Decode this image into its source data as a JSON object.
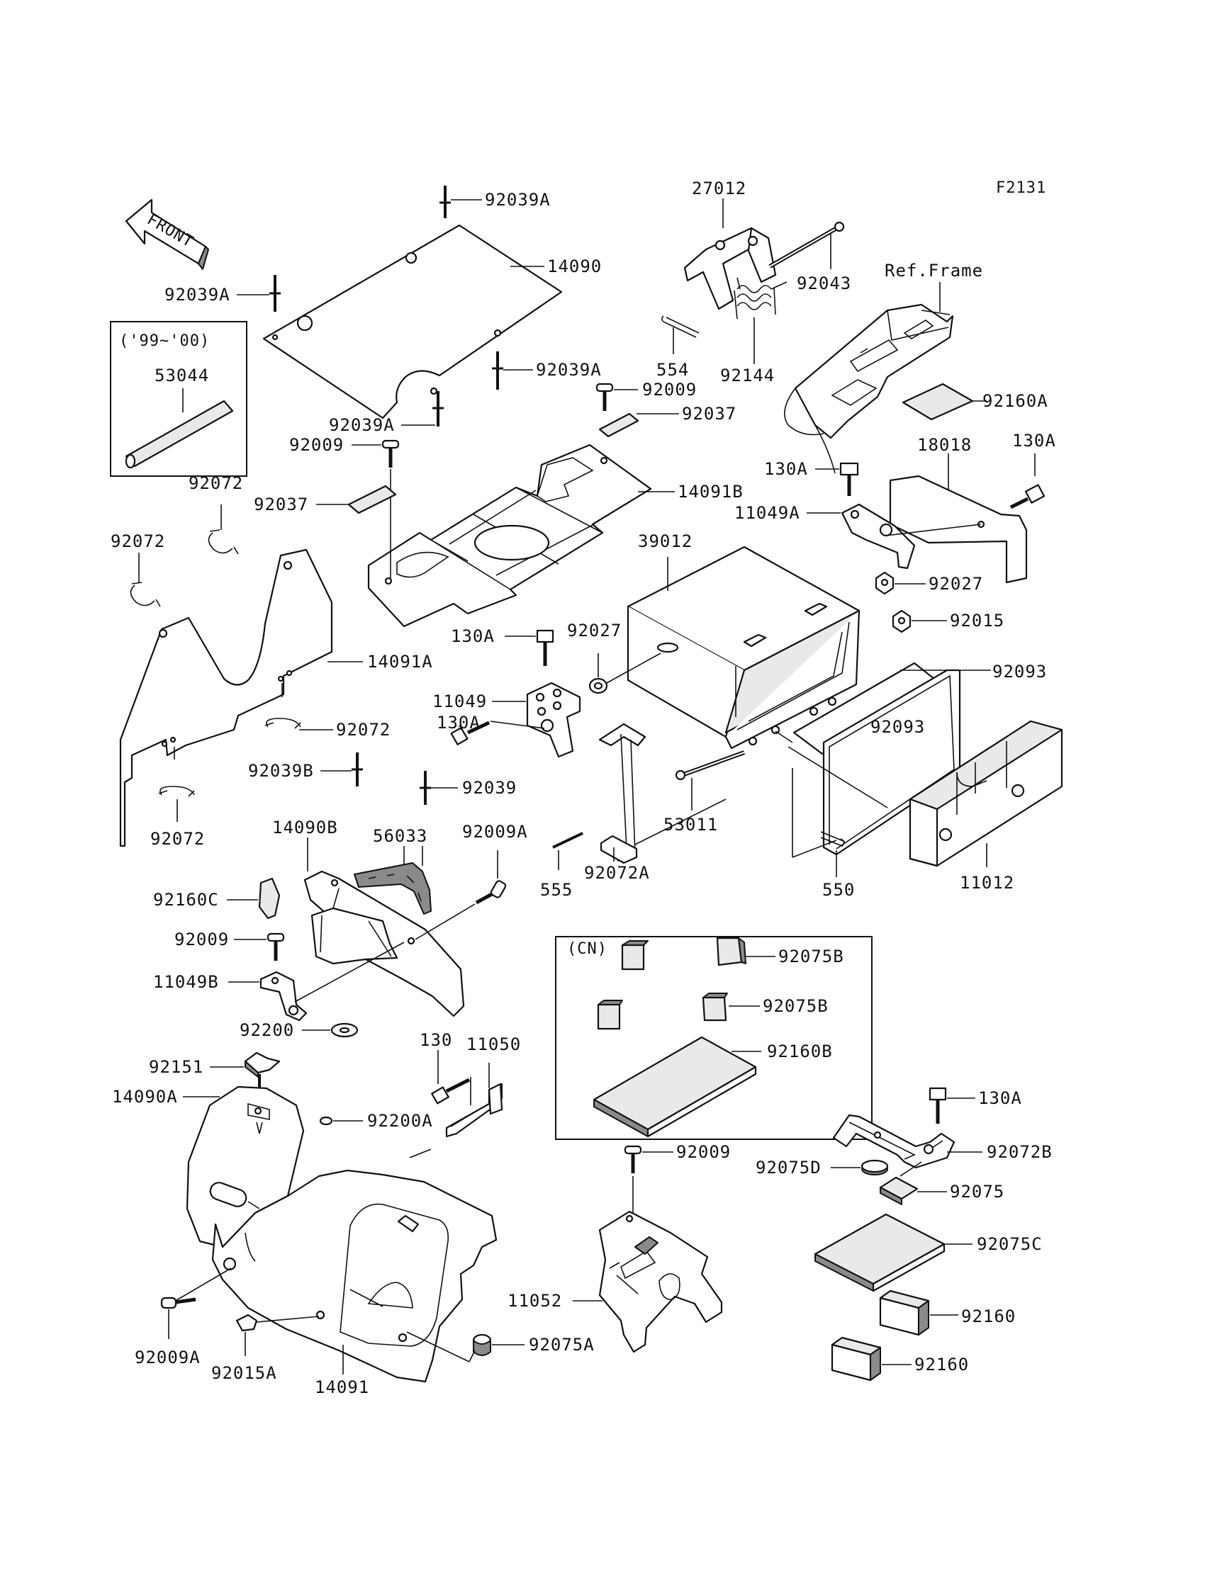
{
  "diagram_code": "F2131",
  "front_arrow": "FRONT",
  "ref_frame": "Ref.Frame",
  "inset_years": "('99~'00)",
  "inset_cn": "(CN)",
  "parts": {
    "p_92039A_top": "92039A",
    "p_27012": "27012",
    "p_14090": "14090",
    "p_92039A_left": "92039A",
    "p_92043": "92043",
    "p_53044": "53044",
    "p_554": "554",
    "p_92144": "92144",
    "p_92039A_mid": "92039A",
    "p_92009_a": "92009",
    "p_92160A": "92160A",
    "p_92039A_low": "92039A",
    "p_92037_a": "92037",
    "p_92009_b": "92009",
    "p_130A_a": "130A",
    "p_18018": "18018",
    "p_130A_b": "130A",
    "p_92072_a": "92072",
    "p_14091B": "14091B",
    "p_92037_b": "92037",
    "p_11049A": "11049A",
    "p_92072_b": "92072",
    "p_39012": "39012",
    "p_92027_a": "92027",
    "p_130A_c": "130A",
    "p_92027_b": "92027",
    "p_92015": "92015",
    "p_14091A": "14091A",
    "p_92093_a": "92093",
    "p_11049": "11049",
    "p_130A_d": "130A",
    "p_92093_b": "92093",
    "p_92072_c": "92072",
    "p_92039B": "92039B",
    "p_92039": "92039",
    "p_53011": "53011",
    "p_14090B": "14090B",
    "p_56033": "56033",
    "p_92009A_a": "92009A",
    "p_92072_d": "92072",
    "p_555": "555",
    "p_92072A": "92072A",
    "p_550": "550",
    "p_11012": "11012",
    "p_92160C": "92160C",
    "p_92009_c": "92009",
    "p_92075B_a": "92075B",
    "p_11049B": "11049B",
    "p_92075B_b": "92075B",
    "p_92200": "92200",
    "p_130": "130",
    "p_11050": "11050",
    "p_92160B": "92160B",
    "p_92151": "92151",
    "p_14090A": "14090A",
    "p_92200A": "92200A",
    "p_130A_e": "130A",
    "p_92009_d": "92009",
    "p_92072B": "92072B",
    "p_92075D": "92075D",
    "p_92075": "92075",
    "p_92075C": "92075C",
    "p_11052": "11052",
    "p_92160_a": "92160",
    "p_92160_b": "92160",
    "p_92009A_b": "92009A",
    "p_92015A": "92015A",
    "p_14091": "14091",
    "p_92075A": "92075A"
  }
}
